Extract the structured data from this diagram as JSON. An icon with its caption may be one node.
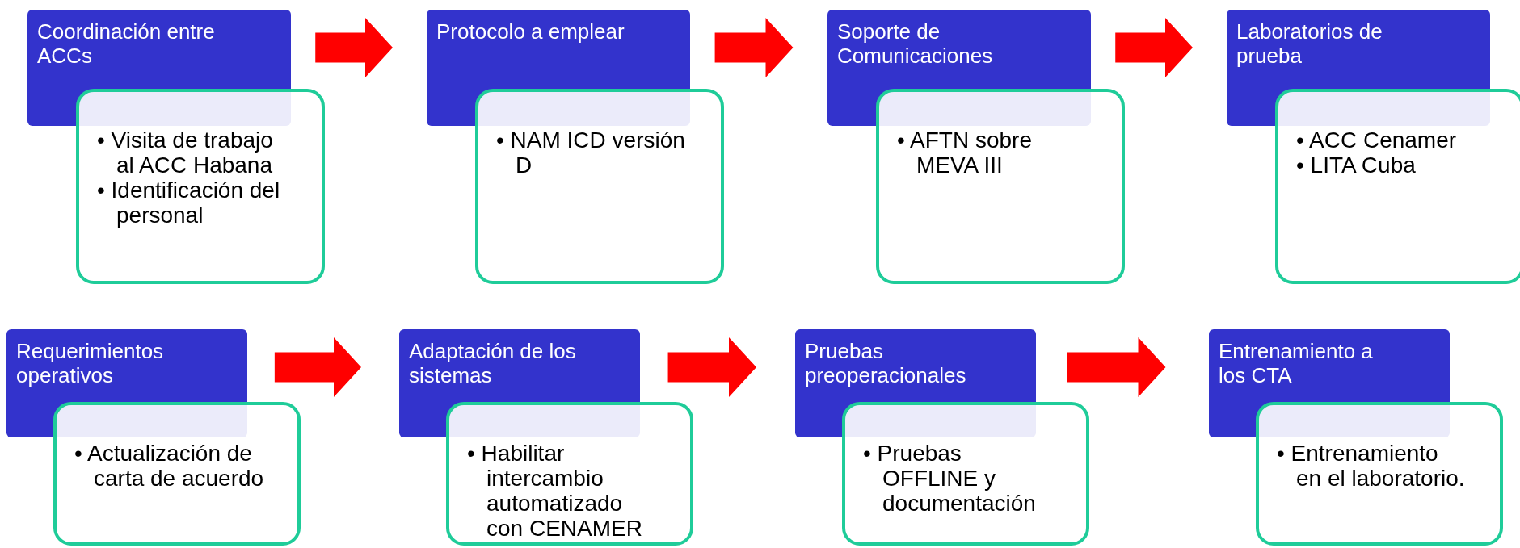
{
  "diagram": {
    "nodes": [
      {
        "text": [
          "Coordinación entre ACCs"
        ]
      },
      {
        "text": [
          "• Visita de trabajo al ACC Habana",
          "• Identificación del personal"
        ]
      },
      {
        "text": [
          "Protocolo a emplear"
        ]
      },
      {
        "text": [
          "• NAM ICD versión D"
        ]
      },
      {
        "text": [
          "Soporte de Comunicaciones"
        ]
      },
      {
        "text": [
          "• AFTN sobre MEVA III"
        ]
      },
      {
        "text": [
          "Laboratorios de prueba"
        ]
      },
      {
        "text": [
          "• ACC Cenamer",
          "• LITA Cuba"
        ]
      },
      {
        "text": [
          "Requerimientos operativos"
        ]
      },
      {
        "text": [
          "• Actualización de carta de acuerdo"
        ]
      },
      {
        "text": [
          "Adaptación de los sistemas"
        ]
      },
      {
        "text": [
          "• Habilitar intercambio automatizado con CENAMER"
        ]
      },
      {
        "text": [
          "Pruebas preoperacionales"
        ]
      },
      {
        "text": [
          "• Pruebas OFFLINE y documentación"
        ]
      },
      {
        "text": [
          "Entrenamiento a los CTA"
        ]
      },
      {
        "text": [
          "• Entrenamiento en el laboratorio."
        ]
      }
    ],
    "edges": [
      {
        "from": 0,
        "to": 2,
        "arrow": "to",
        "color": "#ff0000"
      },
      {
        "from": 2,
        "to": 4,
        "arrow": "to",
        "color": "#ff0000"
      },
      {
        "from": 4,
        "to": 6,
        "arrow": "to",
        "color": "#ff0000"
      },
      {
        "from": 8,
        "to": 10,
        "arrow": "to",
        "color": "#ff0000"
      },
      {
        "from": 10,
        "to": 12,
        "arrow": "to",
        "color": "#ff0000"
      },
      {
        "from": 12,
        "to": 14,
        "arrow": "to",
        "color": "#ff0000"
      }
    ]
  }
}
